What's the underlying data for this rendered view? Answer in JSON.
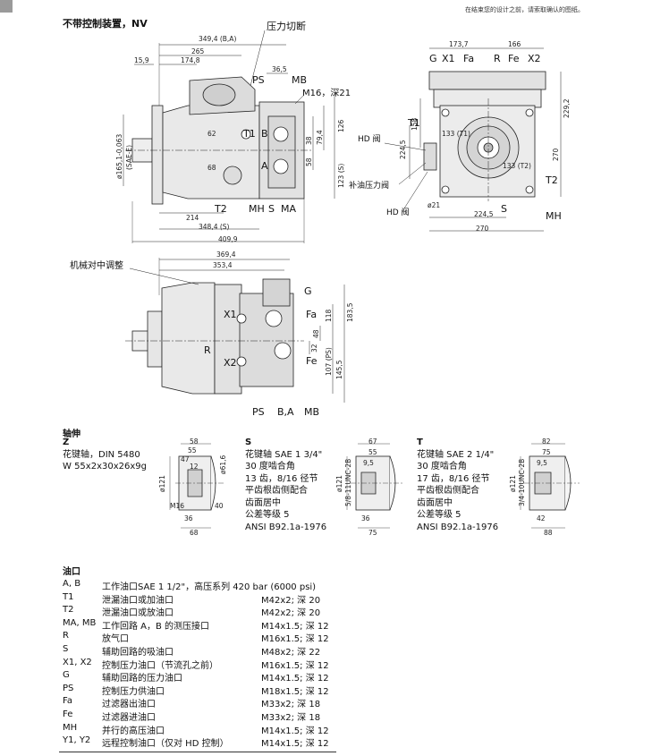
{
  "header": {
    "top_note": "在结束您的设计之前，请索取确认的图纸。",
    "title": "不带控制装置，NV"
  },
  "view1": {
    "dims": [
      "349,4 (B,A)",
      "265",
      "174,8",
      "15,9",
      "36,5",
      "M16，深21",
      "62",
      "68",
      "214",
      "348,4 (S)",
      "409,9",
      "38",
      "79,4",
      "126",
      "58",
      "123 (S)",
      "(SAE-E)",
      "ø165,1-0,063"
    ],
    "labels": [
      "压力切断",
      "PS",
      "MB",
      "T1",
      "B",
      "A",
      "T2",
      "MH",
      "S",
      "MA"
    ]
  },
  "view2": {
    "dims": [
      "173,7",
      "166",
      "229,2",
      "158",
      "133 (T1)",
      "133 (T2)",
      "270",
      "224,5",
      "ø21",
      "224,5",
      "270"
    ],
    "labels": [
      "G",
      "X1",
      "Fa",
      "R",
      "Fe",
      "X2",
      "T1",
      "T2",
      "S",
      "MH",
      "HD 阀",
      "补油压力阀",
      "HD 阀"
    ]
  },
  "view3": {
    "dims": [
      "369,4",
      "353,4",
      "183,5",
      "118",
      "48",
      "32",
      "107 (PS)",
      "145,5"
    ],
    "labels": [
      "机械对中调整",
      "G",
      "Fa",
      "Fe",
      "X1",
      "X2",
      "R",
      "PS",
      "B,A",
      "MB"
    ]
  },
  "shaft_section": {
    "title": "轴伸",
    "items": [
      {
        "code": "Z",
        "lines": [
          "花键轴，DIN 5480",
          "W 55x2x30x26x9g"
        ],
        "dims": [
          "58",
          "55",
          "47",
          "12",
          "ø121",
          "ø61,6",
          "36",
          "68",
          "M16",
          "40"
        ]
      },
      {
        "code": "S",
        "lines": [
          "花键轴 SAE 1 3/4\"",
          "30 度啮合角",
          "13 齿，8/16 径节",
          "平齿根齿侧配合",
          "齿面居中",
          "公差等级 5",
          "ANSI B92.1a-1976"
        ],
        "dims": [
          "67",
          "55",
          "9,5",
          "ø121",
          "5/8-11UNC-2B",
          "75",
          "36"
        ]
      },
      {
        "code": "T",
        "lines": [
          "花键轴 SAE 2 1/4\"",
          "30 度啮合角",
          "17 齿，8/16 径节",
          "平齿根齿侧配合",
          "齿面居中",
          "公差等级 5",
          "ANSI B92.1a-1976"
        ],
        "dims": [
          "82",
          "75",
          "9,5",
          "ø121",
          "3/4-10UNC-2B",
          "88",
          "42"
        ]
      }
    ]
  },
  "ports": {
    "title": "油口",
    "rows": [
      {
        "code": "A, B",
        "desc": "工作油口SAE 1 1/2\"，高压系列 420 bar (6000 psi)",
        "spec": ""
      },
      {
        "code": "T1",
        "desc": "泄漏油口或加油口",
        "spec": "M42x2; 深 20"
      },
      {
        "code": "T2",
        "desc": "泄漏油口或放油口",
        "spec": "M42x2; 深 20"
      },
      {
        "code": "MA, MB",
        "desc": "工作回路 A，B 的测压接口",
        "spec": "M14x1.5; 深 12"
      },
      {
        "code": "R",
        "desc": "放气口",
        "spec": "M16x1.5; 深 12"
      },
      {
        "code": "S",
        "desc": "辅助回路的吸油口",
        "spec": "M48x2; 深 22"
      },
      {
        "code": "X1, X2",
        "desc": "控制压力油口（节流孔之前）",
        "spec": "M16x1.5; 深 12"
      },
      {
        "code": "G",
        "desc": "辅助回路的压力油口",
        "spec": "M14x1.5; 深 12"
      },
      {
        "code": "PS",
        "desc": "控制压力供油口",
        "spec": "M18x1.5; 深 12"
      },
      {
        "code": "Fa",
        "desc": "过滤器出油口",
        "spec": "M33x2; 深 18"
      },
      {
        "code": "Fe",
        "desc": "过滤器进油口",
        "spec": "M33x2; 深 18"
      },
      {
        "code": "MH",
        "desc": "并行的高压油口",
        "spec": "M14x1.5; 深 12"
      },
      {
        "code": "Y1, Y2",
        "desc": "远程控制油口（仅对 HD 控制）",
        "spec": "M14x1.5; 深 12"
      }
    ]
  }
}
